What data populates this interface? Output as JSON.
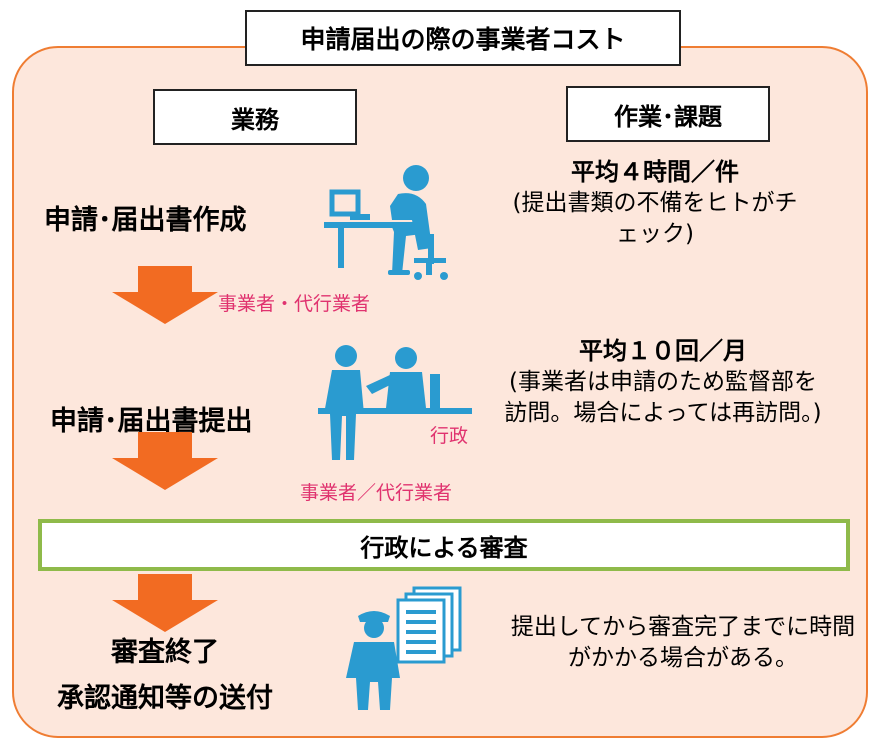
{
  "title": "申請届出の際の事業者コスト",
  "headers": {
    "left": "業務",
    "right": "作業･課題"
  },
  "steps": [
    {
      "label": "申請･届出書作成",
      "actor": "事業者・代行業者",
      "headline": "平均４時間／件",
      "detail": "(提出書類の不備をヒトがチェック)"
    },
    {
      "label": "申請･届出書提出",
      "actor": "事業者／代行業者",
      "actor2": "行政",
      "headline": "平均１０回／月",
      "detail": "(事業者は申請のため監督部を訪問。場合によっては再訪問。)"
    }
  ],
  "review": "行政による審査",
  "final": {
    "line1": "審査終了",
    "line2": "承認通知等の送付",
    "detail": "提出してから審査完了までに時間がかかる場合がある。"
  },
  "colors": {
    "panel_fill": "#fde7dc",
    "panel_border": "#ef7d33",
    "arrow": "#f26b22",
    "icon": "#2a9bd0",
    "review_border": "#8fba4a",
    "actor_text": "#e0336f"
  }
}
